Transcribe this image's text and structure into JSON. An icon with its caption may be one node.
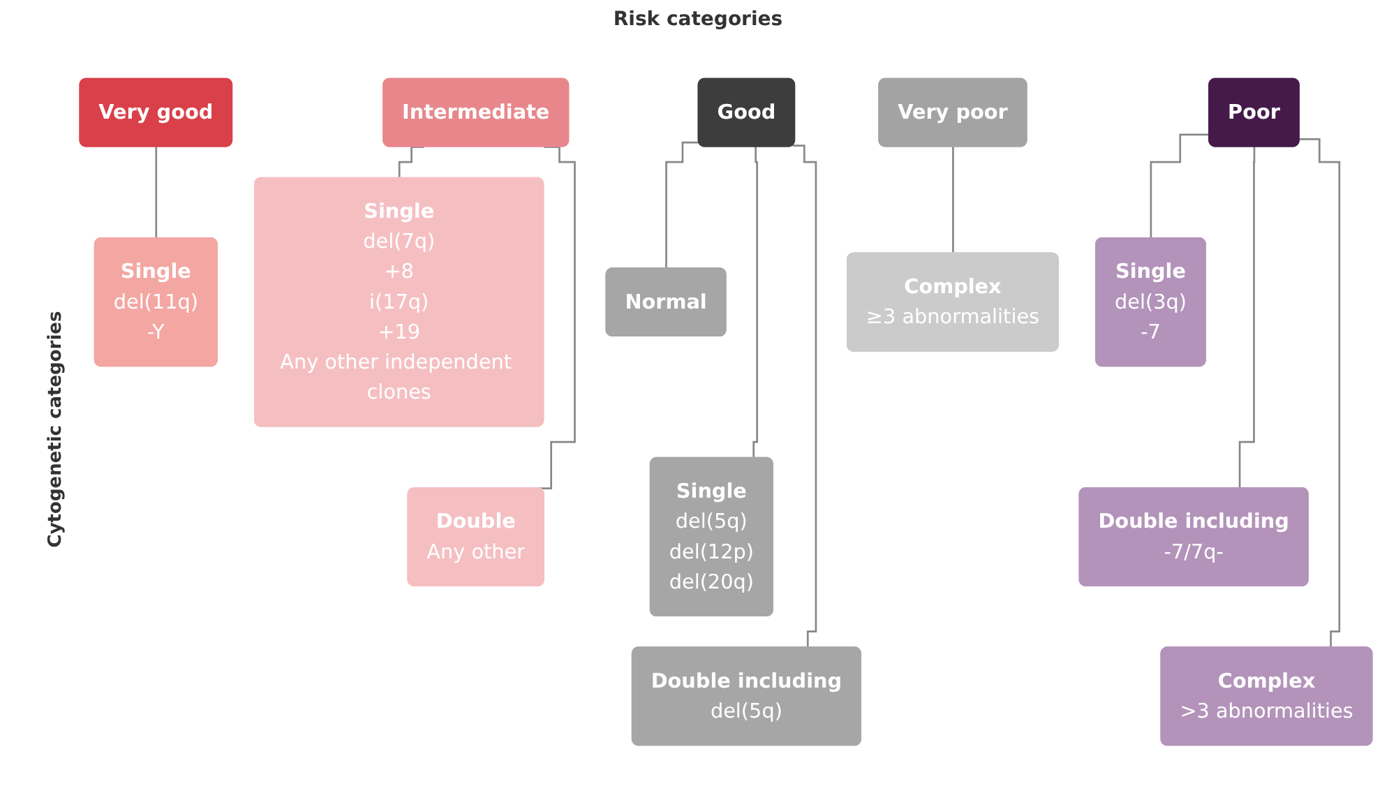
{
  "diagram": {
    "title": "Risk categories",
    "nodes": [
      {
        "text": [
          "Very good"
        ]
      },
      {
        "text": [
          "Single",
          "del(11q)",
          "-Y"
        ]
      },
      {
        "text": [
          "Good"
        ]
      },
      {
        "text": [
          "Normal"
        ]
      },
      {
        "text": [
          "Single",
          "del(5q)",
          "del(12p)",
          "del(20q)"
        ]
      },
      {
        "text": [
          "Double including",
          "del(5q)"
        ]
      },
      {
        "text": [
          "Intermediate"
        ]
      },
      {
        "text": [
          "Single",
          "del(7q)",
          "+8",
          "i(17q)",
          "+19",
          "Any other independent clones"
        ]
      },
      {
        "text": [
          "Double",
          "Any other"
        ]
      },
      {
        "text": [
          "Poor"
        ]
      },
      {
        "text": [
          "Single",
          "del(3q)",
          "-7"
        ]
      },
      {
        "text": [
          "Double including",
          "-7/7q-"
        ]
      },
      {
        "text": [
          "Complex",
          ">3 abnormalities"
        ]
      },
      {
        "text": [
          "Very poor"
        ]
      },
      {
        "text": [
          "Complex",
          "≥3 abnormalities"
        ]
      }
    ],
    "edges": [
      {
        "from": 0,
        "to": 1,
        "arrow": "none"
      },
      {
        "from": 2,
        "to": 3,
        "arrow": "none"
      },
      {
        "from": 2,
        "to": 4,
        "arrow": "none"
      },
      {
        "from": 2,
        "to": 5,
        "arrow": "none"
      },
      {
        "from": 6,
        "to": 7,
        "arrow": "none"
      },
      {
        "from": 6,
        "to": 8,
        "arrow": "none"
      },
      {
        "from": 9,
        "to": 10,
        "arrow": "none"
      },
      {
        "from": 9,
        "to": 11,
        "arrow": "none"
      },
      {
        "from": 9,
        "to": 12,
        "arrow": "none"
      },
      {
        "from": 13,
        "to": 14,
        "arrow": "none"
      }
    ],
    "labels": [
      "Cytogenetic categories"
    ]
  }
}
